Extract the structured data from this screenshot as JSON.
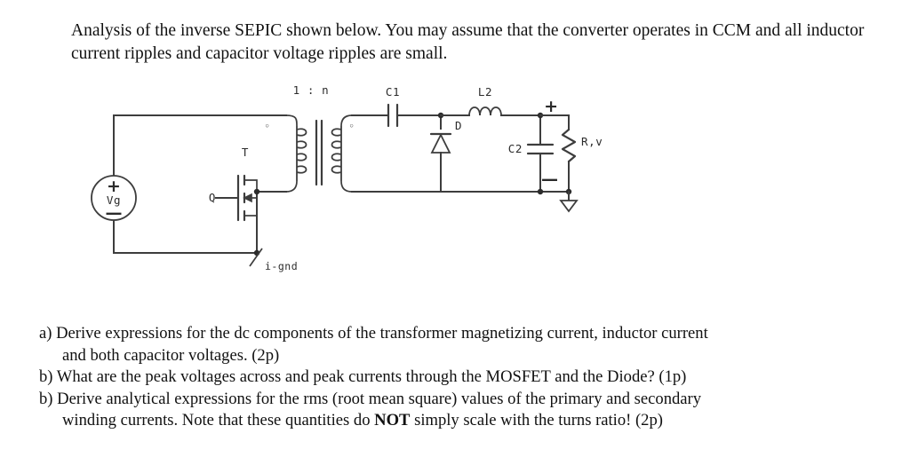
{
  "prompt": {
    "text": "Analysis of the inverse SEPIC shown below. You may assume that the converter operates in CCM and all inductor current ripples and capacitor voltage ripples are small."
  },
  "questions": [
    {
      "line1": "a) Derive expressions for the dc components of the transformer magnetizing current, inductor current",
      "line2": "and both capacitor voltages. (2p)"
    },
    {
      "line1": "b) What are the peak voltages across and peak currents through the MOSFET and the Diode? (1p)",
      "line2": ""
    },
    {
      "line1": "b) Derive analytical expressions for the rms (root mean square) values of the primary and secondary",
      "line2_pre": "winding currents. Note that these quantities do ",
      "line2_strong": "NOT",
      "line2_post": " simply scale with the turns ratio! (2p)"
    }
  ],
  "circuit": {
    "title": "inverse-sepic-schematic",
    "labels": {
      "source": "Vg",
      "source_plus": "+",
      "source_minus": "—",
      "mosfet": "Q",
      "ground_node": "i-gnd",
      "transformer": "T",
      "turns_ratio": "1 : n",
      "cap1": "C1",
      "diode": "D",
      "inductor2": "L2",
      "cap2": "C2",
      "load": "R,v",
      "out_plus": "+",
      "out_minus": "—",
      "dot_primary": "◦",
      "dot_secondary": "◦"
    },
    "colors": {
      "wire": "#3d3d3d",
      "node": "#2b2b2b",
      "background": "#ffffff"
    }
  }
}
